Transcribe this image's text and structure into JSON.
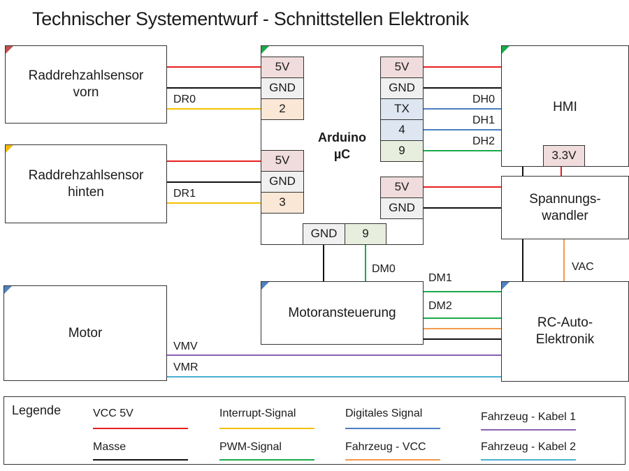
{
  "title": "Technischer Systementwurf - Schnittstellen Elektronik",
  "colors": {
    "vcc5v": "#e81e1e",
    "ground": "#111111",
    "interrupt": "#f5c000",
    "digital": "#4a7fc1",
    "pwm": "#1aaa4a",
    "vehicle_vcc": "#f39a4c",
    "vehicle_cable1": "#8a5fb4",
    "vehicle_cable2": "#4bb0cf",
    "pin_power": "#f0dcdc",
    "pin_ground": "#f0f0f0",
    "pin_interrupt": "#fbe7d6",
    "pin_digital": "#dde6f1",
    "pin_pwm": "#e8eedd",
    "corner_red": "#c0504d",
    "corner_green": "#1aaa4a",
    "corner_yellow": "#f5b800",
    "corner_blue": "#4f81bd"
  },
  "blocks": {
    "sensor_front": "Raddrehzahlsensor\nvorn",
    "sensor_rear": "Raddrehzahlsensor\nhinten",
    "arduino": "Arduino\nµC",
    "hmi": "HMI",
    "converter": "Spannungs-\nwandler",
    "motor": "Motor",
    "motor_control": "Motoransteuerung",
    "rc_electronics": "RC-Auto-\nElektronik"
  },
  "pins": {
    "left_top": [
      "5V",
      "GND",
      "2"
    ],
    "left_bottom": [
      "5V",
      "GND",
      "3"
    ],
    "right_top": [
      "5V",
      "GND",
      "TX",
      "4",
      "9"
    ],
    "right_bottom": [
      "5V",
      "GND"
    ],
    "bottom": [
      "GND",
      "9"
    ],
    "hmi": "3.3V"
  },
  "wire_labels": {
    "dr0": "DR0",
    "dr1": "DR1",
    "dh0": "DH0",
    "dh1": "DH1",
    "dh2": "DH2",
    "dm0": "DM0",
    "dm1": "DM1",
    "dm2": "DM2",
    "vac": "VAC",
    "vmv": "VMV",
    "vmr": "VMR"
  },
  "legend": {
    "title": "Legende",
    "items": [
      {
        "label": "VCC 5V",
        "color": "#e81e1e"
      },
      {
        "label": "Masse",
        "color": "#111111"
      },
      {
        "label": "Interrupt-Signal",
        "color": "#f5c000"
      },
      {
        "label": "PWM-Signal",
        "color": "#1aaa4a"
      },
      {
        "label": "Digitales Signal",
        "color": "#4a7fc1"
      },
      {
        "label": "Fahrzeug - VCC",
        "color": "#f39a4c"
      },
      {
        "label": "Fahrzeug - Kabel 1",
        "color": "#8a5fb4"
      },
      {
        "label": "Fahrzeug - Kabel 2",
        "color": "#4bb0cf"
      }
    ]
  }
}
